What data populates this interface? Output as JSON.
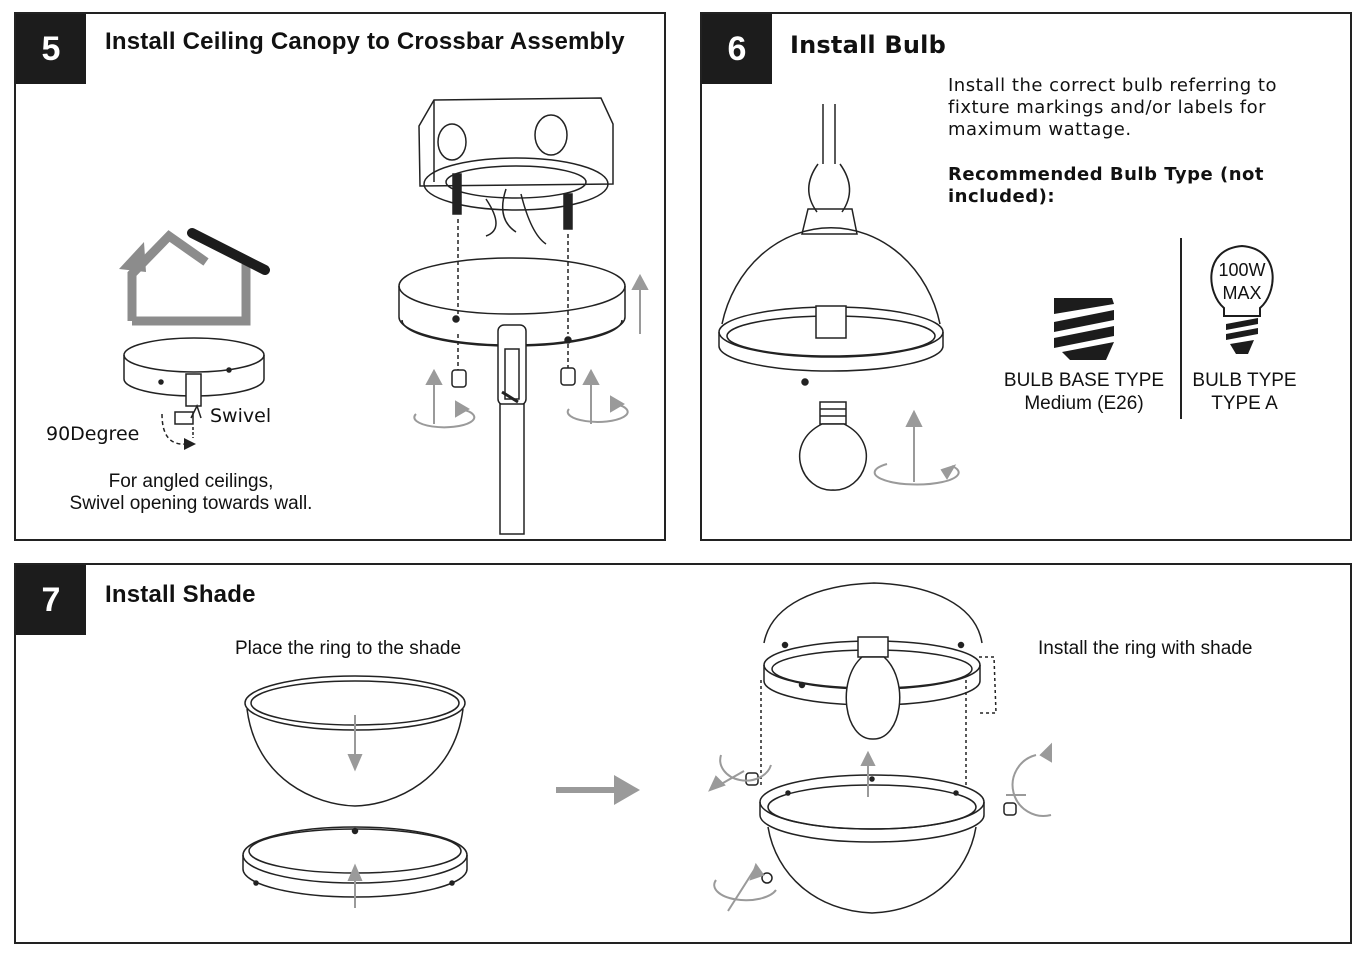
{
  "step5": {
    "number": "5",
    "title": "Install Ceiling Canopy to Crossbar Assembly",
    "label_swivel": "Swivel",
    "label_degree": "90Degree",
    "note_line1": "For angled ceilings,",
    "note_line2": "Swivel opening towards wall."
  },
  "step6": {
    "number": "6",
    "title": "Install Bulb",
    "instruction_line1": "Install the correct bulb referring to",
    "instruction_line2": "fixture markings and/or labels for",
    "instruction_line3": "maximum wattage.",
    "recommended_line1": "Recommended Bulb Type (not",
    "recommended_line2": "included):",
    "base_label_line1": "BULB BASE TYPE",
    "base_label_line2": "Medium (E26)",
    "bulb_label_line1": "BULB TYPE",
    "bulb_label_line2": "TYPE A",
    "wattage_line1": "100W",
    "wattage_line2": "MAX"
  },
  "step7": {
    "number": "7",
    "title": "Install Shade",
    "left_caption": "Place the ring to the shade",
    "right_caption": "Install the ring with shade"
  },
  "colors": {
    "step_badge": "#1c1c1c",
    "arrow_gray": "#9a9a9a",
    "house_gray": "#8c8c8c"
  }
}
